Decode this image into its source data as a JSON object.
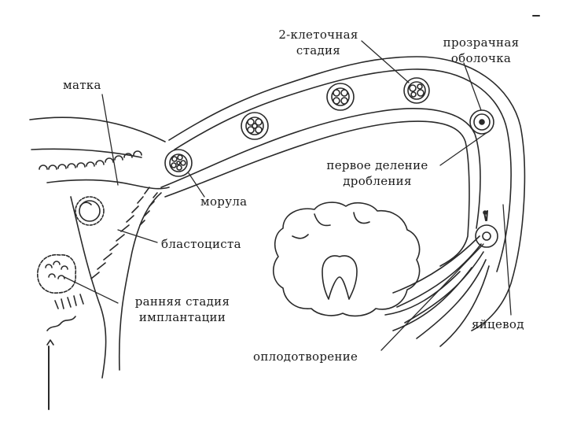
{
  "labels": {
    "two_cell_line1": "2-клеточная",
    "two_cell_line2": "стадия",
    "zona_line1": "прозрачная",
    "zona_line2": "оболочка",
    "uterus": "матка",
    "first_cleavage_line1": "первое деление",
    "first_cleavage_line2": "дробления",
    "morula": "морула",
    "blastocyst": "бластоциста",
    "implantation_line1": "ранняя стадия",
    "implantation_line2": "имплантации",
    "oviduct": "яйцевод",
    "fertilization": "оплодотворение"
  },
  "colors": {
    "line": "#2a2a2a",
    "background": "#ffffff"
  }
}
